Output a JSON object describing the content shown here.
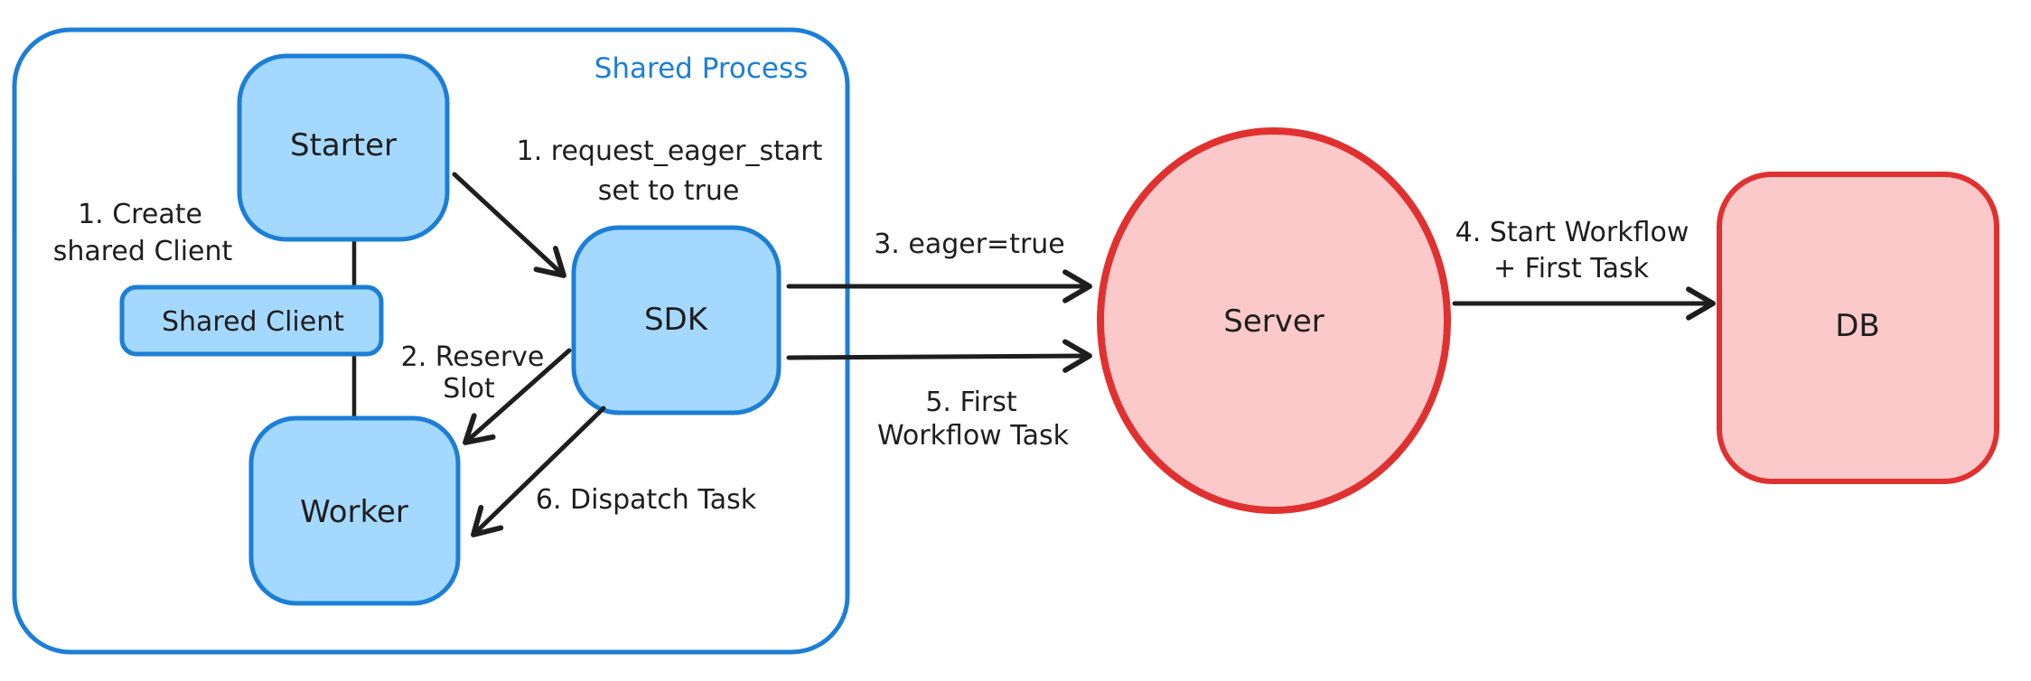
{
  "diagram": {
    "shared_process": {
      "label": "Shared Process",
      "nodes": {
        "starter": "Starter",
        "shared_client": "Shared Client",
        "worker": "Worker",
        "sdk": "SDK"
      }
    },
    "nodes": {
      "server": "Server",
      "db": "DB"
    },
    "annotations": {
      "create_shared_client": [
        "1. Create",
        "shared Client"
      ],
      "request_eager_start": [
        "1. request_eager_start",
        "set to true"
      ],
      "reserve_slot": [
        "2. Reserve",
        "Slot"
      ],
      "dispatch_task": "6. Dispatch Task",
      "eager_true": "3. eager=true",
      "first_workflow_task": [
        "5. First",
        "Workflow Task"
      ],
      "start_workflow_first_task": [
        "4. Start Workflow",
        "+ First Task"
      ]
    },
    "colors": {
      "blue_stroke": "#1c7ed6",
      "blue_fill": "#a5d8ff",
      "red_stroke": "#e03131",
      "red_fill": "#fbc9c9",
      "ink": "#1e1e1e",
      "background": "#ffffff"
    }
  }
}
